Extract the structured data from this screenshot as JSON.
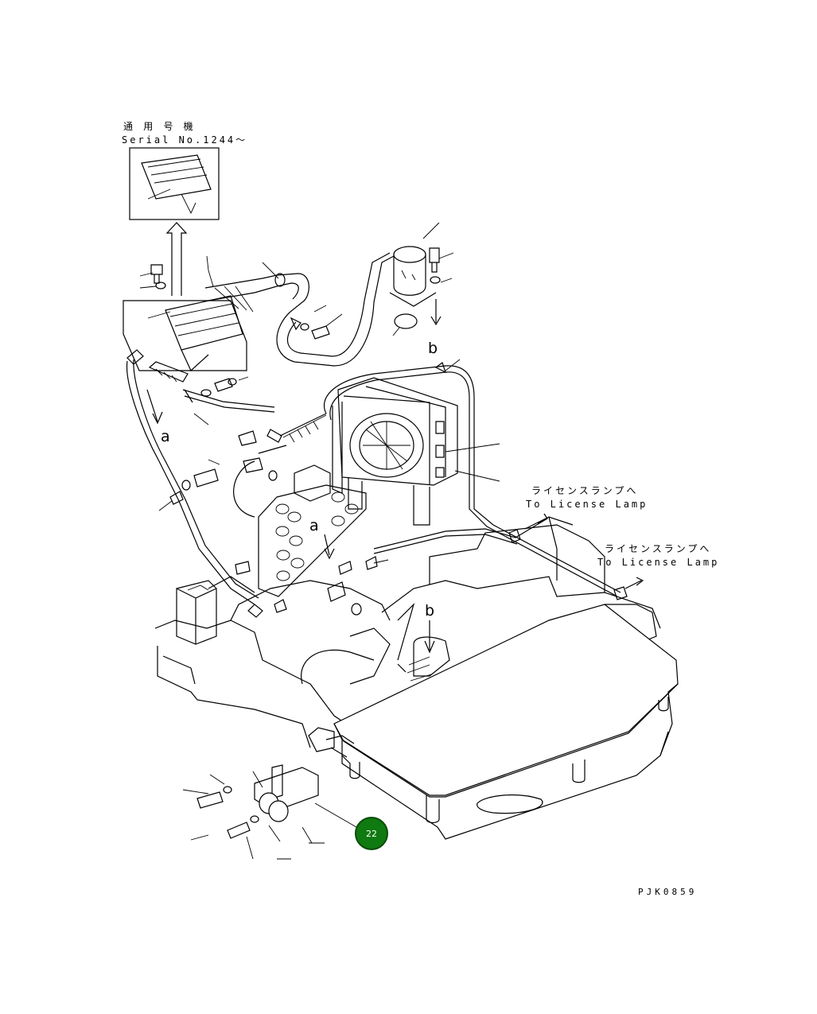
{
  "serial_note": {
    "jp": "通 用 号 機",
    "en": "Serial No.1244～"
  },
  "connector_labels": {
    "a_top": "a",
    "a_mid": "a",
    "b_top": "b",
    "b_mid": "b"
  },
  "license_lamp_1": {
    "jp": "ライセンスランプへ",
    "en": "To License Lamp"
  },
  "license_lamp_2": {
    "jp": "ライセンスランプへ",
    "en": "To License Lamp"
  },
  "callout": {
    "number": "22",
    "color": "#0f7a0f"
  },
  "drawing_code": "PJK0859"
}
